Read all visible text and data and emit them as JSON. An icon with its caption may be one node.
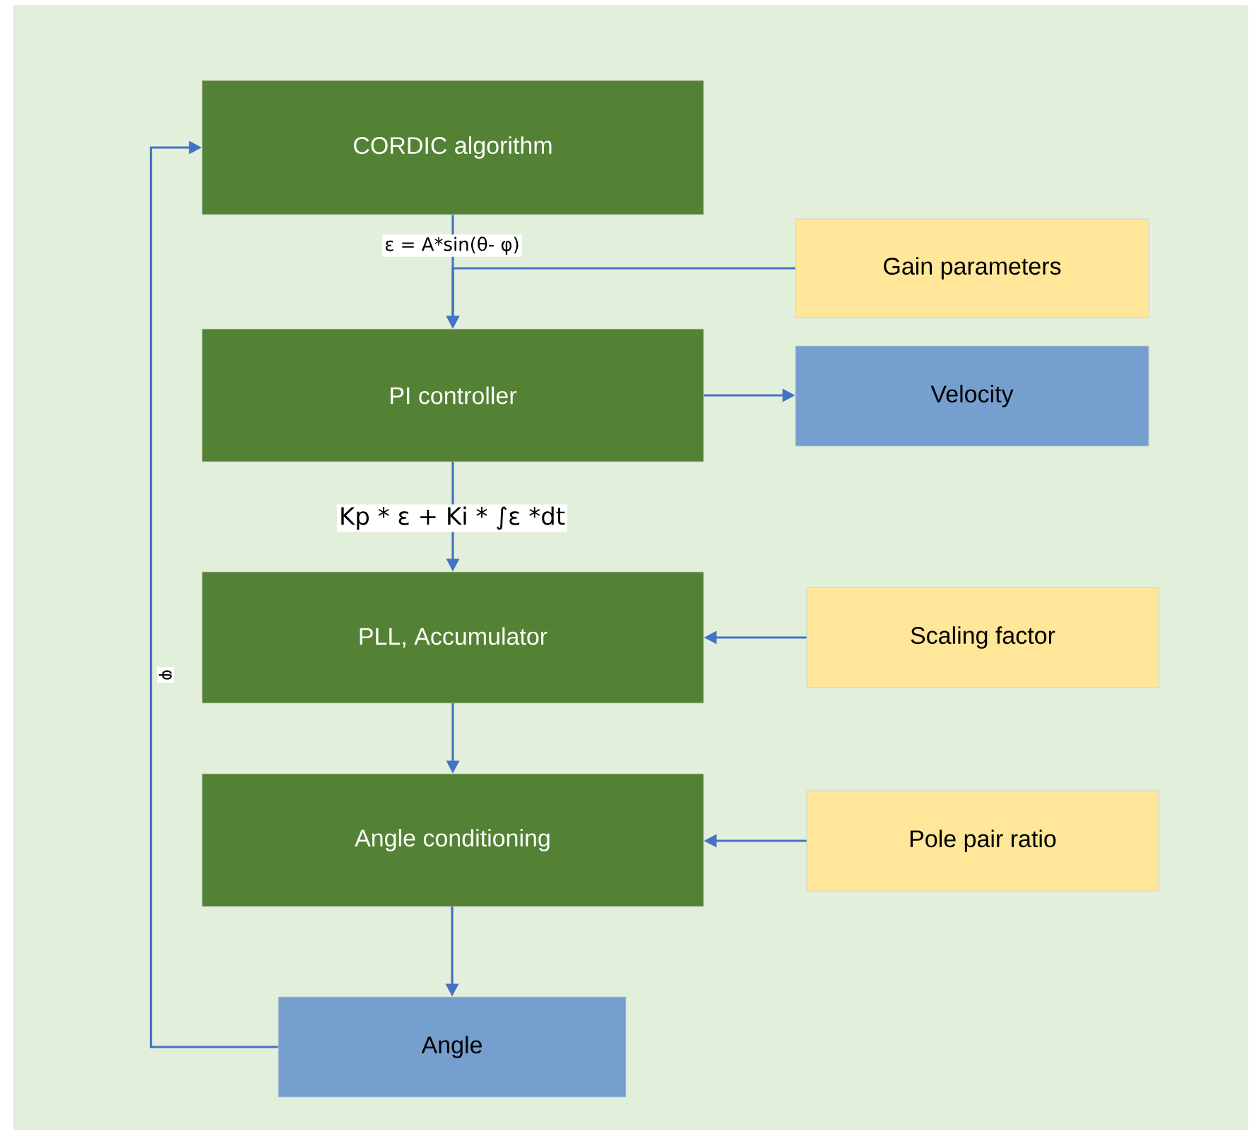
{
  "diagram": {
    "nodes": [
      {
        "text": [
          "CORDIC algorithm"
        ]
      },
      {
        "text": [
          "Gain parameters"
        ]
      },
      {
        "text": [
          "PI controller"
        ]
      },
      {
        "text": [
          "Velocity"
        ]
      },
      {
        "text": [
          "PLL, Accumulator"
        ]
      },
      {
        "text": [
          "Scaling factor"
        ]
      },
      {
        "text": [
          "Angle conditioning"
        ]
      },
      {
        "text": [
          "Pole pair ratio"
        ]
      },
      {
        "text": [
          "Angle"
        ]
      }
    ],
    "edges": [
      {
        "from": 0,
        "to": 2,
        "arrow": "to",
        "label": "ε = A*sin(θ- φ)"
      },
      {
        "from": 1,
        "to": 2,
        "arrow": "to"
      },
      {
        "from": 2,
        "to": 3,
        "arrow": "to"
      },
      {
        "from": 2,
        "to": 4,
        "arrow": "to",
        "label": "Kp * ε + Ki * ∫ε *dt"
      },
      {
        "from": 5,
        "to": 4,
        "arrow": "to"
      },
      {
        "from": 4,
        "to": 6,
        "arrow": "to"
      },
      {
        "from": 7,
        "to": 6,
        "arrow": "to"
      },
      {
        "from": 6,
        "to": 8,
        "arrow": "to"
      },
      {
        "from": 8,
        "to": 0,
        "arrow": "to",
        "label": "φ"
      }
    ]
  }
}
